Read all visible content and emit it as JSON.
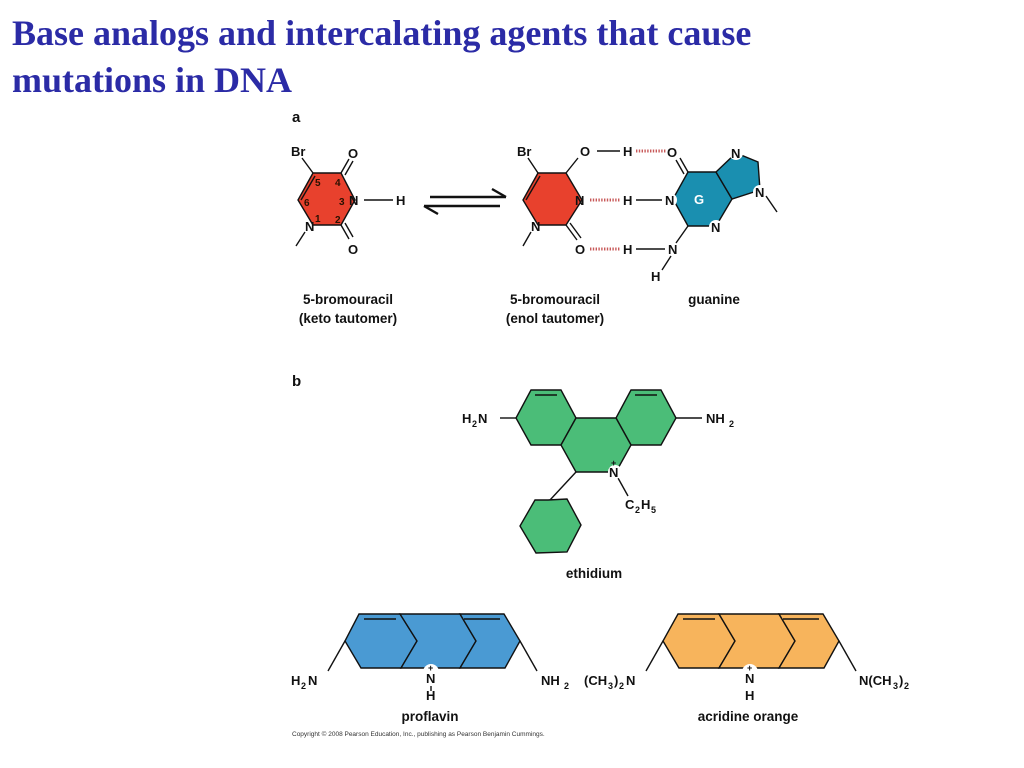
{
  "title": {
    "line1": "Base analogs and intercalating agents that cause",
    "line2": "mutations in DNA"
  },
  "colors": {
    "title": "#2b2ba6",
    "bromouracil": "#e8412d",
    "guanine": "#1a8fb0",
    "ethidium": "#4bbd78",
    "proflavin": "#4a9ad3",
    "acridine_orange": "#f7b45c",
    "hydrogen_bond": "#c85a5a"
  },
  "panel_a": {
    "label": "a",
    "keto": {
      "atoms": {
        "br": "Br",
        "o_top": "O",
        "n_right": "N",
        "h": "H",
        "n_bottom": "N",
        "o_bottom": "O"
      },
      "ring_numbers": [
        "1",
        "2",
        "3",
        "4",
        "5",
        "6"
      ],
      "caption": [
        "5-bromouracil",
        "(keto tautomer)"
      ]
    },
    "enol": {
      "atoms": {
        "br": "Br",
        "o_top": "O",
        "h_top": "H",
        "n_right": "N",
        "n_bottom": "N",
        "o_bottom": "O"
      },
      "caption": [
        "5-bromouracil",
        "(enol tautomer)"
      ]
    },
    "guanine": {
      "atoms": {
        "o": "O",
        "n_imid_top": "N",
        "n_methyl": "N",
        "n_pair": "N",
        "h_pair": "H",
        "n_ring_low": "N",
        "n_amino": "N",
        "h_amino_a": "H",
        "h_amino_b": "H"
      },
      "ring_label": "G",
      "caption": [
        "guanine"
      ]
    }
  },
  "panel_b": {
    "label": "b",
    "ethidium": {
      "atoms": {
        "nh2_left": "H",
        "nh2_left_sub": "2",
        "nh2_left_n": "N",
        "nh2_right": "NH",
        "nh2_right_sub": "2",
        "n": "N",
        "charge": "+",
        "ethyl_c": "C",
        "ethyl_c_sub": "2",
        "ethyl_h": "H",
        "ethyl_h_sub": "5"
      },
      "caption": "ethidium"
    },
    "proflavin": {
      "atoms": {
        "left_h": "H",
        "left_sub": "2",
        "left_n": "N",
        "right": "NH",
        "right_sub": "2",
        "n": "N",
        "charge": "+",
        "h": "H"
      },
      "caption": "proflavin"
    },
    "acridine_orange": {
      "atoms": {
        "left_a": "(CH",
        "left_a_sub": "3",
        "left_b": ")",
        "left_b_sub": "2",
        "left_n": "N",
        "right_a": "N(CH",
        "right_a_sub": "3",
        "right_b": ")",
        "right_b_sub": "2",
        "n": "N",
        "charge": "+",
        "h": "H"
      },
      "caption": "acridine orange"
    }
  },
  "copyright": "Copyright © 2008 Pearson Education, Inc., publishing as Pearson Benjamin Cummings."
}
